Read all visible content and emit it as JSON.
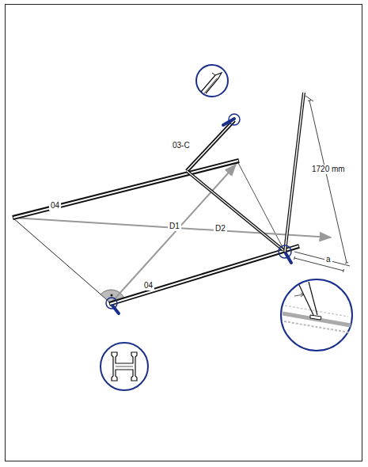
{
  "diagram": {
    "labels": [
      "04",
      "03-C",
      "D1",
      "D2",
      "1720 mm",
      "04",
      "a"
    ]
  }
}
